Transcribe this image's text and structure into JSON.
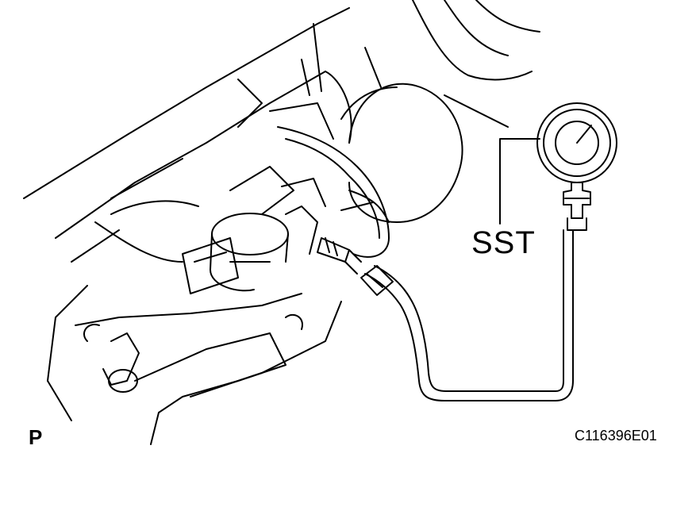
{
  "labels": {
    "sst": "SST",
    "view": "P",
    "code": "C116396E01"
  },
  "colors": {
    "line": "#000000",
    "background": "#ffffff"
  }
}
